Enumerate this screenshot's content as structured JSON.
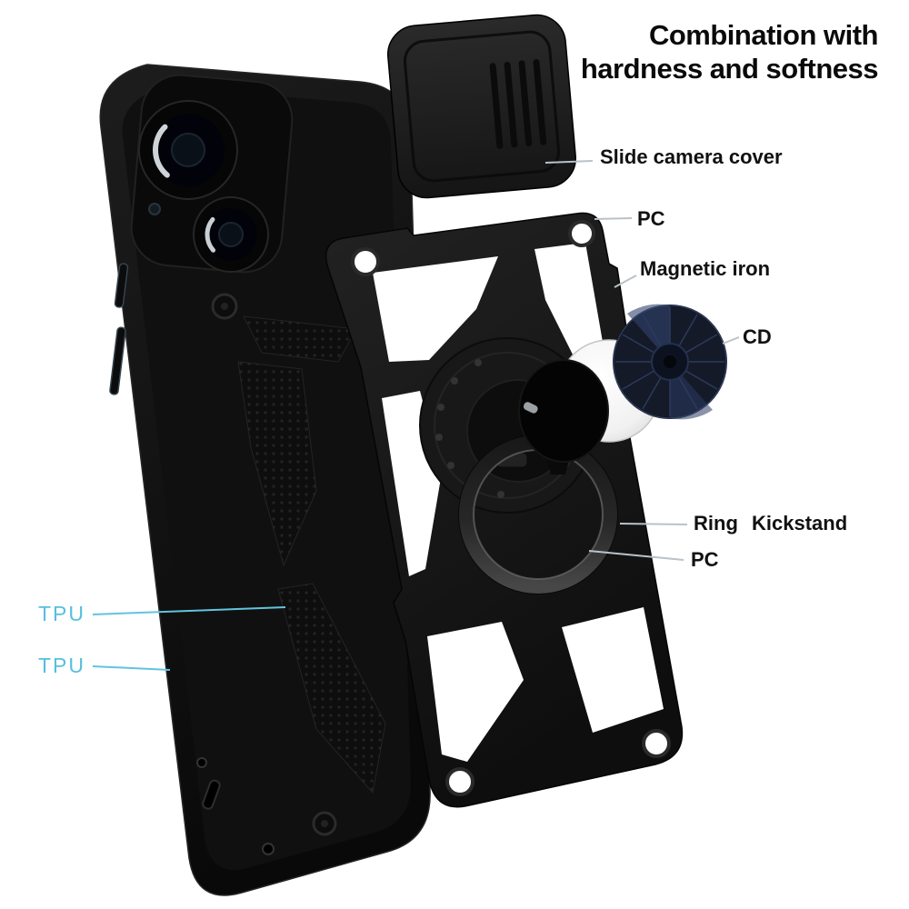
{
  "title": {
    "line1": "Combination with",
    "line2": "hardness and softness"
  },
  "labels": {
    "slide_camera_cover": "Slide camera cover",
    "pc_top": "PC",
    "magnetic_iron": "Magnetic iron",
    "cd": "CD",
    "ring_kickstand": "Ring Kickstand",
    "pc_right": "PC",
    "tpu_upper": "TPU",
    "tpu_lower": "TPU"
  },
  "colors": {
    "background": "#ffffff",
    "title_text": "#0a0a0a",
    "label_text": "#111111",
    "tpu_accent": "#56c0dd",
    "leader_line": "#b9c2c8",
    "case_black": "#141414",
    "cd_navy": "#141a28",
    "magnet_white": "#f4f4f4"
  }
}
